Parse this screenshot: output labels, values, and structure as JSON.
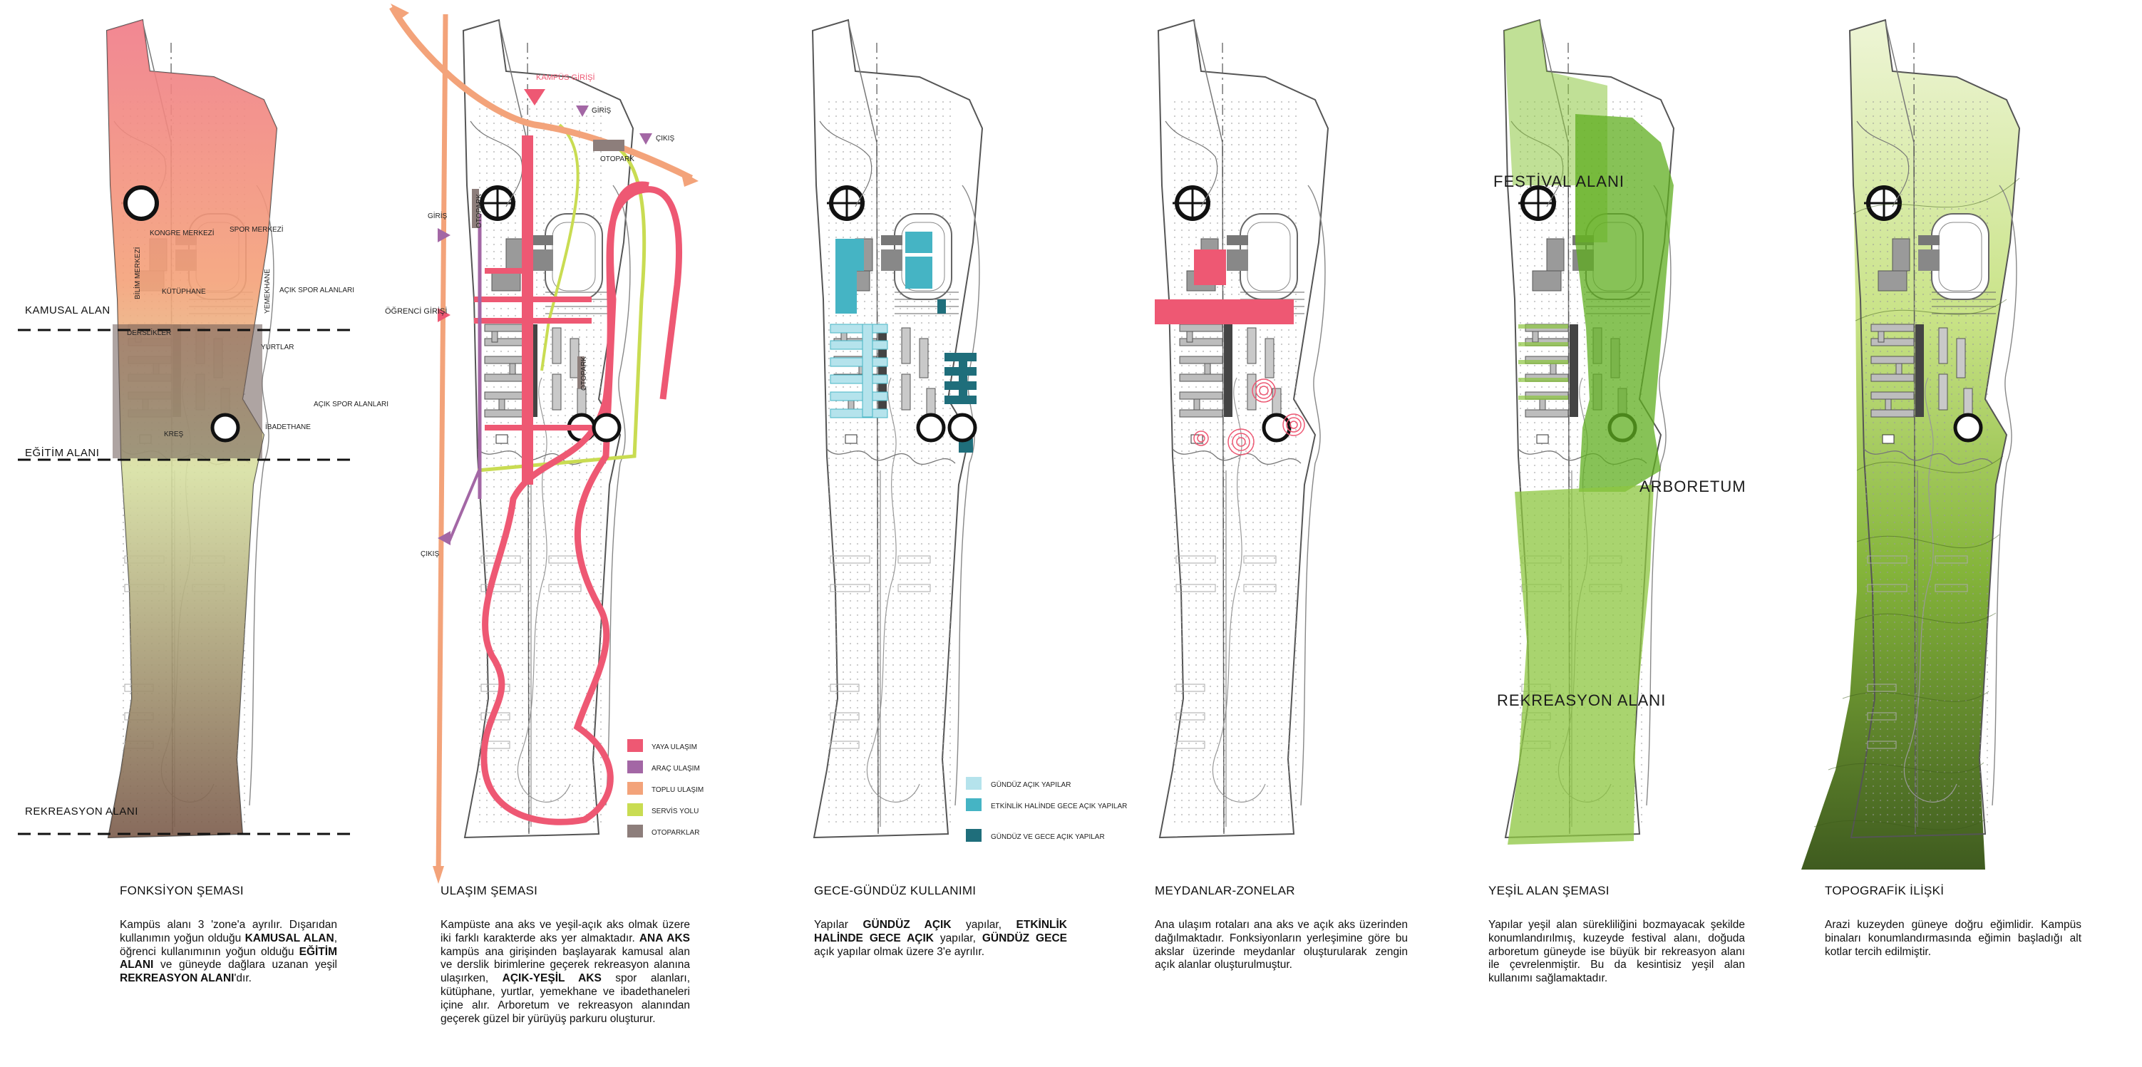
{
  "panels": [
    {
      "id": "fonksiyon",
      "title": "FONKSİYON ŞEMASI",
      "body_parts": [
        {
          "t": "Kampüs alanı 3 'zone'a ayrılır. Dışarıdan kullanımın yoğun olduğu ",
          "b": false
        },
        {
          "t": "KAMUSAL ALAN",
          "b": true
        },
        {
          "t": ", öğrenci kullanımının yoğun olduğu ",
          "b": false
        },
        {
          "t": "EĞİTİM ALANI",
          "b": true
        },
        {
          "t": " ve güneyde dağlara uzanan yeşil ",
          "b": false
        },
        {
          "t": "REKREASYON ALANI",
          "b": true
        },
        {
          "t": "'dır.",
          "b": false
        }
      ],
      "zones": [
        "KAMUSAL ALAN",
        "EĞİTİM ALANI",
        "REKREASYON ALANI"
      ],
      "labels": [
        "KONGRE MERKEZİ",
        "SPOR MERKEZİ",
        "BİLİM MERKEZİ",
        "KÜTÜPHANE",
        "AÇIK SPOR ALANLARI",
        "DERSLİKLER",
        "YURTLAR",
        "AÇIK SPOR ALANLARI",
        "KREŞ",
        "İBADETHANE",
        "YEMEKHANE"
      ]
    },
    {
      "id": "ulasim",
      "title": "ULAŞIM ŞEMASI",
      "body_parts": [
        {
          "t": "Kampüste ana aks ve yeşil-açık aks olmak üzere iki farklı karakterde aks yer almaktadır. ",
          "b": false
        },
        {
          "t": "ANA AKS",
          "b": true
        },
        {
          "t": " kampüs ana girişinden başlayarak kamusal alan ve derslik birimlerine geçerek rekreasyon alanına ulaşırken, ",
          "b": false
        },
        {
          "t": "AÇIK-YEŞİL AKS",
          "b": true
        },
        {
          "t": " spor alanları, kütüphane, yurtlar, yemekhane ve ibadethaneleri içine alır. Arboretum ve rekreasyon alanından geçerek güzel bir yürüyüş parkuru oluşturur.",
          "b": false
        }
      ],
      "labels": {
        "kampus_girisi": "KAMPÜS GİRİŞİ",
        "giris1": "GİRİŞ",
        "cikis1": "ÇIKIŞ",
        "otopark1": "OTOPARK",
        "giris2": "GİRİŞ",
        "ogrenci_girisi": "ÖĞRENCİ GİRİŞİ",
        "cikis2": "ÇIKIŞ",
        "otopark2": "OTOPARK",
        "otopark3": "OTOPARK"
      },
      "legend": [
        {
          "label": "YAYA ULAŞIM",
          "color": "#ee5873"
        },
        {
          "label": "ARAÇ ULAŞIM",
          "color": "#a367a5"
        },
        {
          "label": "TOPLU ULAŞIM",
          "color": "#f3a37a"
        },
        {
          "label": "SERVİS YOLU",
          "color": "#c9dc52"
        },
        {
          "label": "OTOPARKLAR",
          "color": "#8d7e7b"
        }
      ]
    },
    {
      "id": "gece",
      "title": "GECE-GÜNDÜZ KULLANIMI",
      "body_parts": [
        {
          "t": "Yapılar ",
          "b": false
        },
        {
          "t": "GÜNDÜZ AÇIK",
          "b": true
        },
        {
          "t": " yapılar, ",
          "b": false
        },
        {
          "t": "ETKİNLİK HALİNDE GECE AÇIK",
          "b": true
        },
        {
          "t": " yapılar, ",
          "b": false
        },
        {
          "t": "GÜNDÜZ GECE",
          "b": true
        },
        {
          "t": " açık yapılar olmak üzere 3'e ayrılır.",
          "b": false
        }
      ],
      "legend": [
        {
          "label": "GÜNDÜZ AÇIK YAPILAR",
          "color": "#b5e3ec"
        },
        {
          "label": "ETKİNLİK HALİNDE GECE AÇIK YAPILAR",
          "color": "#45b4c4"
        },
        {
          "label": "GÜNDÜZ VE GECE AÇIK YAPILAR",
          "color": "#1f6e7b"
        }
      ]
    },
    {
      "id": "meydanlar",
      "title": "MEYDANLAR-ZONELAR",
      "body_parts": [
        {
          "t": "Ana ulaşım rotaları ana aks ve açık aks üzerinden dağılmaktadır. Fonksiyonların yerleşimine göre bu akslar üzerinde meydanlar oluşturularak zengin açık alanlar oluşturulmuştur.",
          "b": false
        }
      ]
    },
    {
      "id": "yesil",
      "title": "YEŞİL ALAN ŞEMASI",
      "body_parts": [
        {
          "t": "Yapılar yeşil alan sürekliliğini bozmayacak şekilde konumlandırılmış, kuzeyde festival alanı, doğuda arboretum güneyde ise büyük bir rekreasyon alanı ile çevrelenmiştir. Bu da kesintisiz yeşil alan kullanımı sağlamaktadır.",
          "b": false
        }
      ],
      "labels": [
        "FESTİVAL ALANI",
        "ARBORETUM",
        "REKREASYON ALANI"
      ]
    },
    {
      "id": "topografik",
      "title": "TOPOGRAFİK İLİŞKİ",
      "body_parts": [
        {
          "t": "Arazi kuzeyden güneye doğru eğimlidir. Kampüs binaları konumlandırmasında eğimin başladığı alt kotlar tercih edilmiştir.",
          "b": false
        }
      ]
    }
  ],
  "colors": {
    "pink": "#ee5873",
    "purple": "#a367a5",
    "orange": "#f3a37a",
    "lime": "#c9dc52",
    "brown": "#8d7e7b",
    "teal_light": "#b5e3ec",
    "teal_mid": "#45b4c4",
    "teal_dark": "#1f6e7b",
    "green": "#8cc63f"
  }
}
